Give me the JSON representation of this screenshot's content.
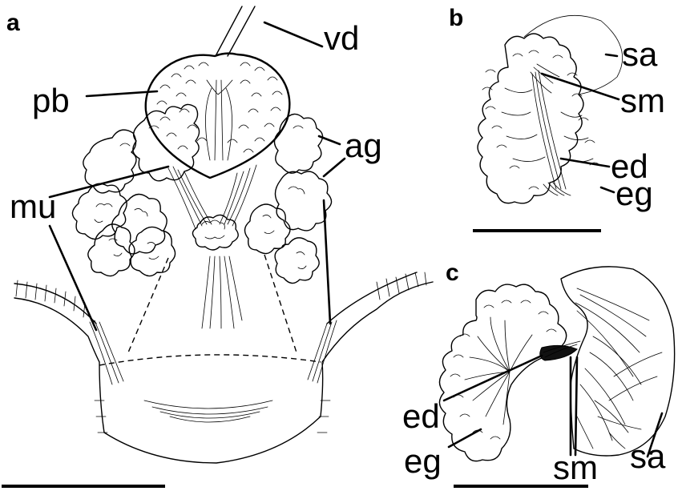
{
  "panels": [
    {
      "letter": "a",
      "labels": {
        "vd": "vd",
        "pb": "pb",
        "ag": "ag",
        "mu": "mu"
      }
    },
    {
      "letter": "b",
      "labels": {
        "sa": "sa",
        "sm": "sm",
        "ed": "ed",
        "eg": "eg"
      }
    },
    {
      "letter": "c",
      "labels": {
        "ed": "ed",
        "eg": "eg",
        "sm": "sm",
        "sa": "sa"
      }
    }
  ]
}
